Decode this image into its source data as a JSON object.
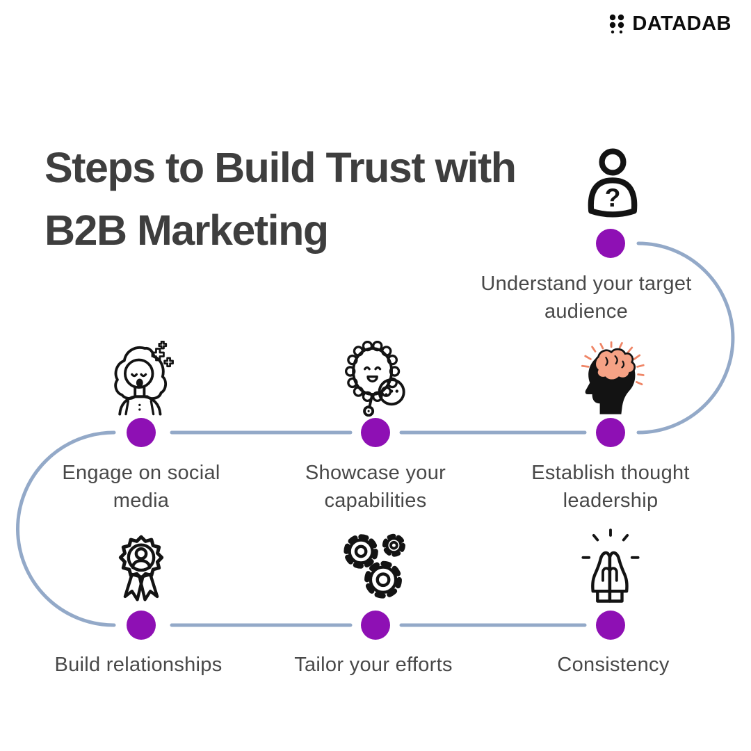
{
  "brand": {
    "name": "DATADAB",
    "logo_icon": "dots-grid-icon"
  },
  "title": {
    "line1": "Steps to Build Trust with",
    "line2": "B2B Marketing"
  },
  "steps": [
    {
      "id": 1,
      "label": "Understand your target audience",
      "icon": "person-question-icon"
    },
    {
      "id": 2,
      "label": "Establish thought leadership",
      "icon": "head-brain-icon"
    },
    {
      "id": 3,
      "label": "Showcase your capabilities",
      "icon": "hand-mirror-icon"
    },
    {
      "id": 4,
      "label": "Engage on social media",
      "icon": "woman-speaking-icon"
    },
    {
      "id": 5,
      "label": "Build relationships",
      "icon": "award-ribbon-icon"
    },
    {
      "id": 6,
      "label": "Tailor your efforts",
      "icon": "gears-icon"
    },
    {
      "id": 7,
      "label": "Consistency",
      "icon": "praying-hands-icon"
    }
  ],
  "colors": {
    "bg": "#ffffff",
    "dot": "#8e10b4",
    "connector": "#93a9c8",
    "title": "#3e3e3e",
    "label": "#484848",
    "ink": "#131313",
    "brain": "#f5a285",
    "ray": "#ef8566"
  }
}
